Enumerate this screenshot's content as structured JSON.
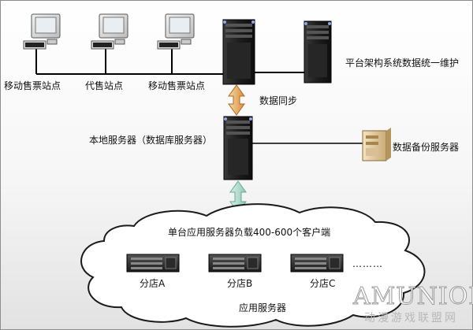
{
  "nodes": {
    "terminal_1": "移动售票站点",
    "terminal_2": "代售站点",
    "terminal_3": "移动售票站点",
    "platform": "平台架构系统数据统一维护",
    "sync": "数据同步",
    "local_server": "本地服务器（数据库服务器）",
    "backup": "数据备份服务器",
    "cloud_title": "单台应用服务器负载400-600个客户端",
    "branch_a": "分店A",
    "branch_b": "分店B",
    "branch_c": "分店C",
    "branch_more": "………",
    "app_servers": "应用服务器"
  },
  "watermark": {
    "brand": "AMUNION",
    "tagline": "动漫游戏联盟网"
  }
}
